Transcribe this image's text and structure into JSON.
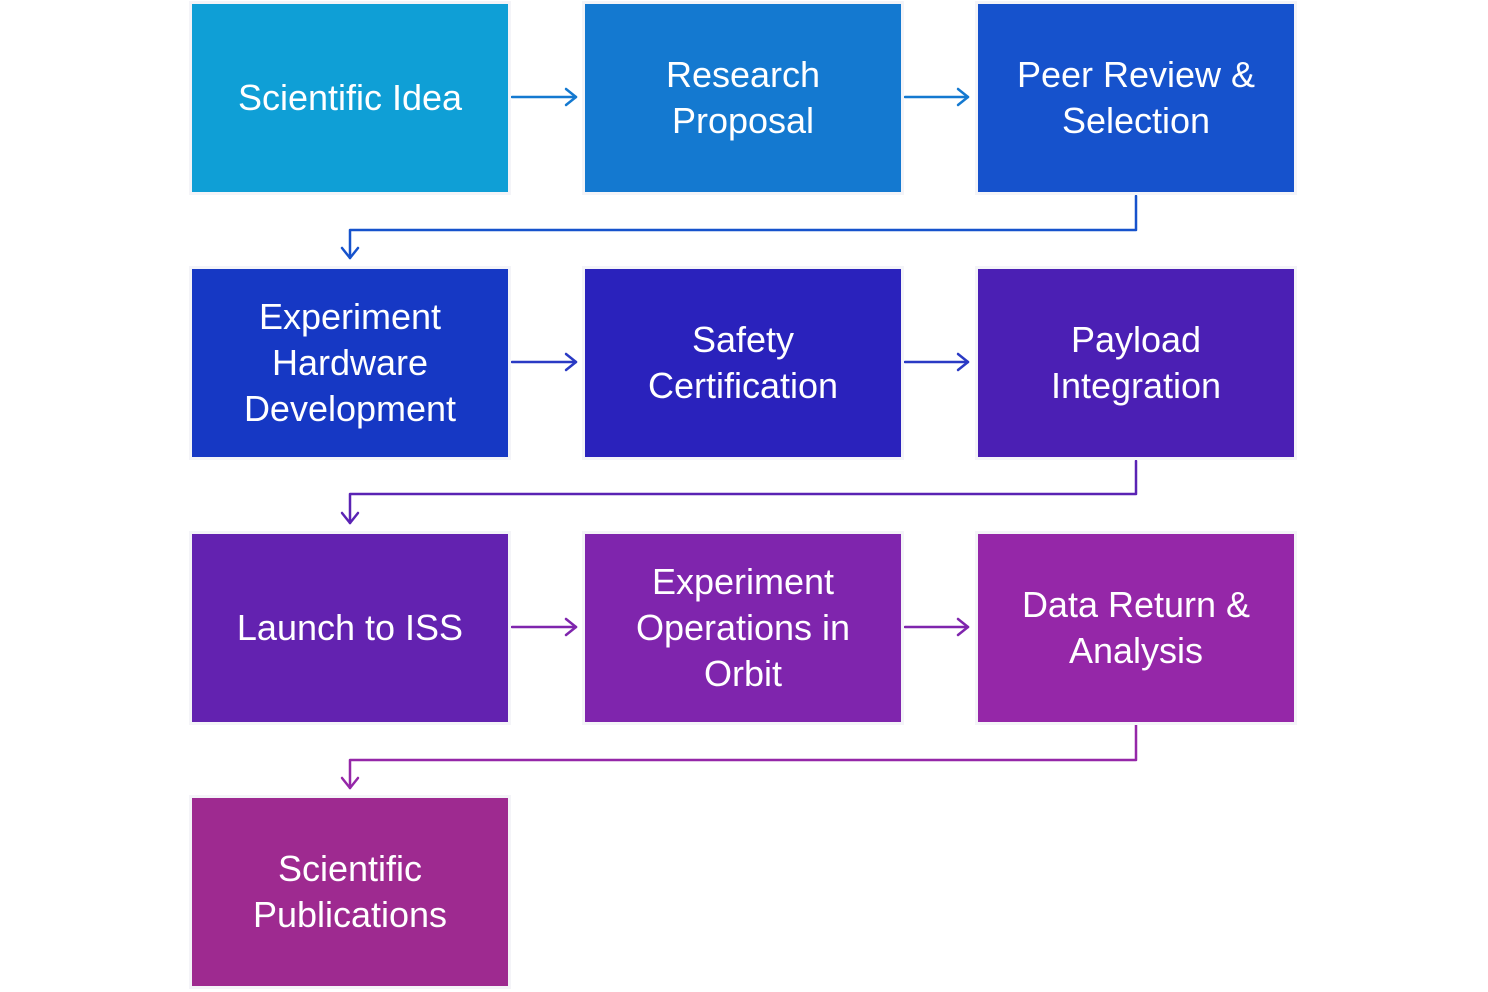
{
  "steps": [
    {
      "label": "Scientific Idea",
      "color": "#0f9fd6"
    },
    {
      "label": "Research Proposal",
      "color": "#1479d0"
    },
    {
      "label": "Peer Review & Selection",
      "color": "#1652cc"
    },
    {
      "label": "Experiment Hardware Development",
      "color": "#1638c4"
    },
    {
      "label": "Safety Certification",
      "color": "#2a22bc"
    },
    {
      "label": "Payload Integration",
      "color": "#4b1fb4"
    },
    {
      "label": "Launch to ISS",
      "color": "#6322b0"
    },
    {
      "label": "Experiment Operations in Orbit",
      "color": "#7f25ad"
    },
    {
      "label": "Data Return & Analysis",
      "color": "#9527a8"
    },
    {
      "label": "Scientific Publications",
      "color": "#9e2a90"
    }
  ],
  "connector_colors": {
    "row1": "#1479d0",
    "row2": "#2a3ac4",
    "row3": "#7f25ad",
    "wrap1": "#1652cc",
    "wrap2": "#5a23b4",
    "wrap3": "#9527a8"
  }
}
